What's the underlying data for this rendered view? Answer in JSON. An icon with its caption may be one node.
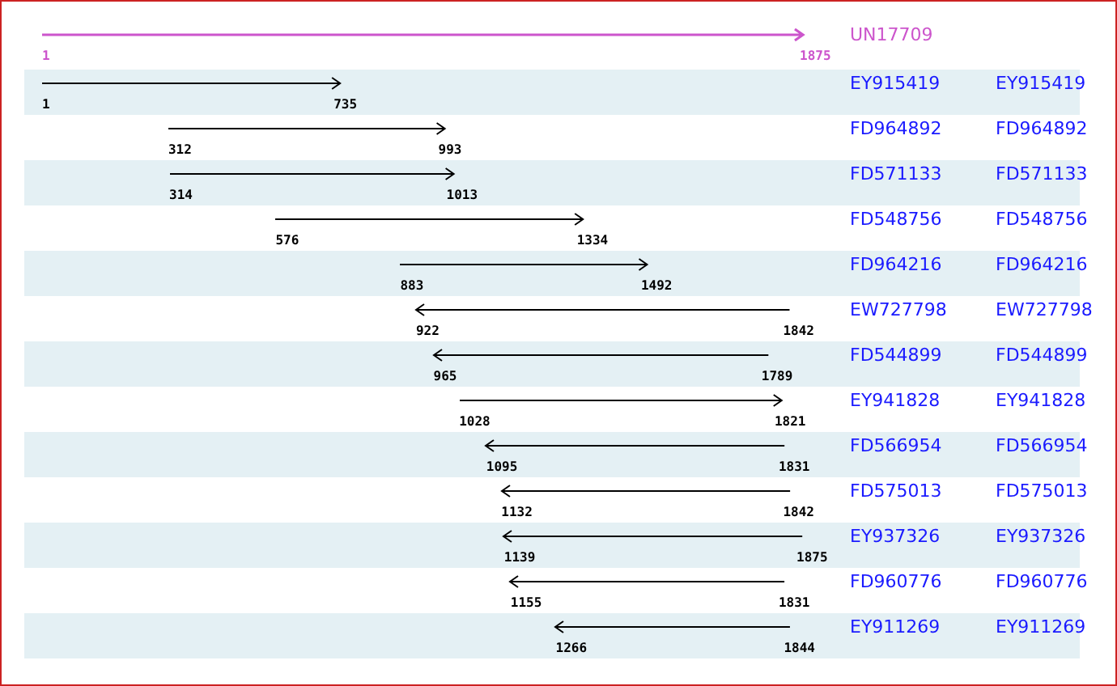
{
  "diagram": {
    "labels": [
      "UN17709",
      "1",
      "1875",
      "EY915419",
      "EY915419",
      "1",
      "735",
      "FD964892",
      "FD964892",
      "312",
      "993",
      "FD571133",
      "FD571133",
      "314",
      "1013",
      "FD548756",
      "FD548756",
      "576",
      "1334",
      "FD964216",
      "FD964216",
      "883",
      "1492",
      "EW727798",
      "EW727798",
      "922",
      "1842",
      "FD544899",
      "FD544899",
      "965",
      "1789",
      "EY941828",
      "EY941828",
      "1028",
      "1821",
      "FD566954",
      "FD566954",
      "1095",
      "1831",
      "FD575013",
      "FD575013",
      "1132",
      "1842",
      "EY937326",
      "EY937326",
      "1139",
      "1875",
      "FD960776",
      "FD960776",
      "1155",
      "1831",
      "EY911269",
      "EY911269",
      "1266",
      "1844"
    ]
  }
}
